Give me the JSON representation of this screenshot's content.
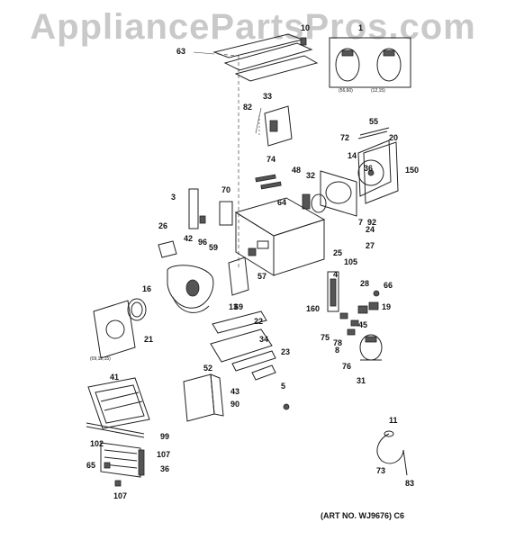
{
  "watermark": "AppliancePartsPros.com",
  "art_note": "(ART NO. WJ9676) C6",
  "callouts": [
    "63",
    "10",
    "1",
    "33",
    "82",
    "55",
    "20",
    "72",
    "14",
    "36",
    "150",
    "32",
    "48",
    "74",
    "3",
    "70",
    "64",
    "7",
    "92",
    "26",
    "42",
    "96",
    "59",
    "24",
    "27",
    "25",
    "105",
    "57",
    "4",
    "69",
    "16",
    "13",
    "28",
    "66",
    "160",
    "19",
    "22",
    "21",
    "75",
    "45",
    "78",
    "34",
    "8",
    "23",
    "76",
    "52",
    "31",
    "41",
    "43",
    "90",
    "5",
    "99",
    "102",
    "107",
    "65",
    "36",
    "107",
    "11",
    "73",
    "83"
  ],
  "small_labels": [
    "(56,60)",
    "(12,15)",
    "(09,12,15)"
  ]
}
